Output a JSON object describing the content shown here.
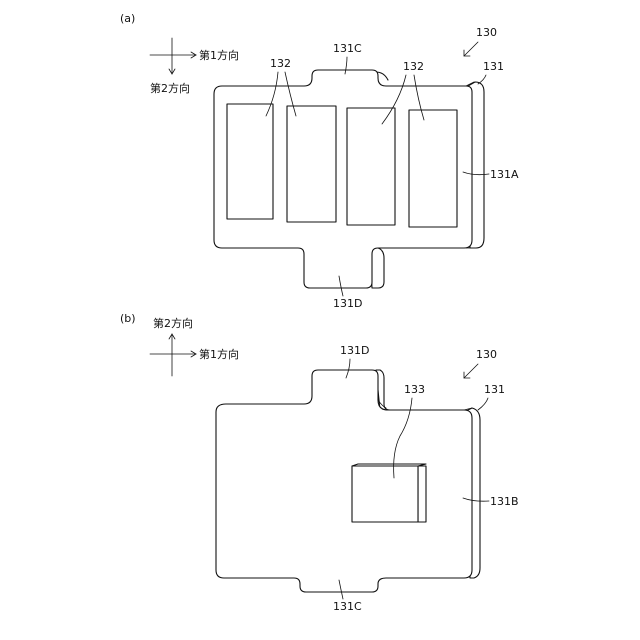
{
  "figure_a": {
    "tag": "(a)",
    "direction_1": "第1方向",
    "direction_2": "第2方向",
    "assembly_ref": "130",
    "plate_ref": "131",
    "top_tab_ref": "131C",
    "bottom_tab_ref": "131D",
    "front_face_ref": "131A",
    "opening_ref_left": "132",
    "opening_ref_right": "132"
  },
  "figure_b": {
    "tag": "(b)",
    "direction_1": "第1方向",
    "direction_2": "第2方向",
    "assembly_ref": "130",
    "plate_ref": "131",
    "top_tab_ref": "131D",
    "bottom_tab_ref": "131C",
    "back_face_ref": "131B",
    "block_ref": "133"
  },
  "colors": {
    "line": "#111111",
    "background": "#ffffff"
  }
}
